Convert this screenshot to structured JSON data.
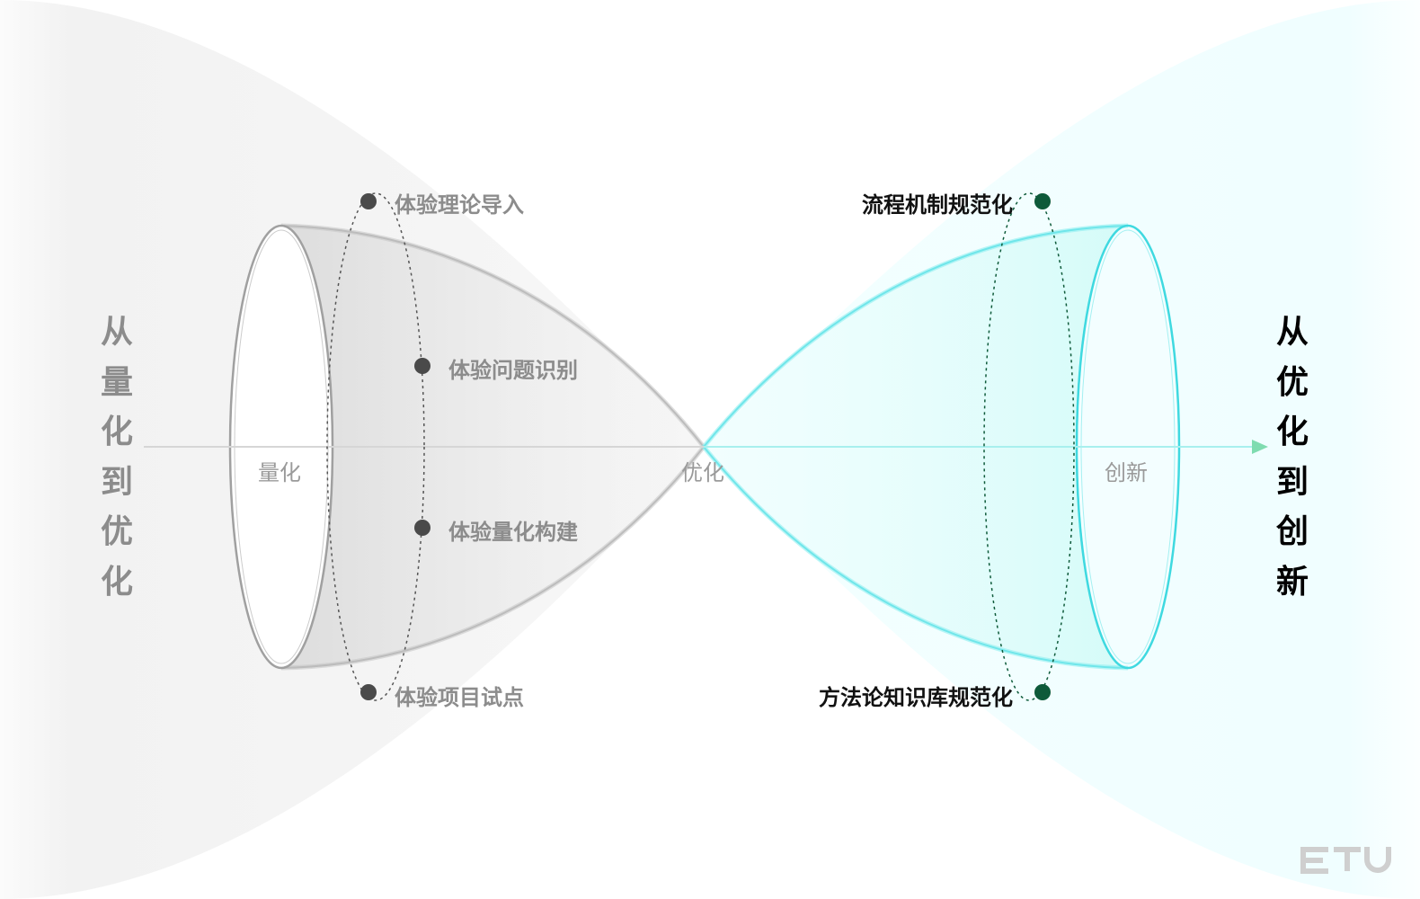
{
  "left_title": "从量化到优化",
  "right_title": "从优化到创新",
  "axis_labels": {
    "left": "量化",
    "center": "优化",
    "right": "创新"
  },
  "left_points": [
    "体验理论导入",
    "体验问题识别",
    "体验量化构建",
    "体验项目试点"
  ],
  "right_points": [
    "流程机制规范化",
    "方法论知识库规范化"
  ],
  "logo": "ETU",
  "colors": {
    "gray": "#9a9a9a",
    "cyan": "#3fd9e0",
    "dark_green": "#0e5a3a",
    "arrow": "#7fdcb0"
  }
}
